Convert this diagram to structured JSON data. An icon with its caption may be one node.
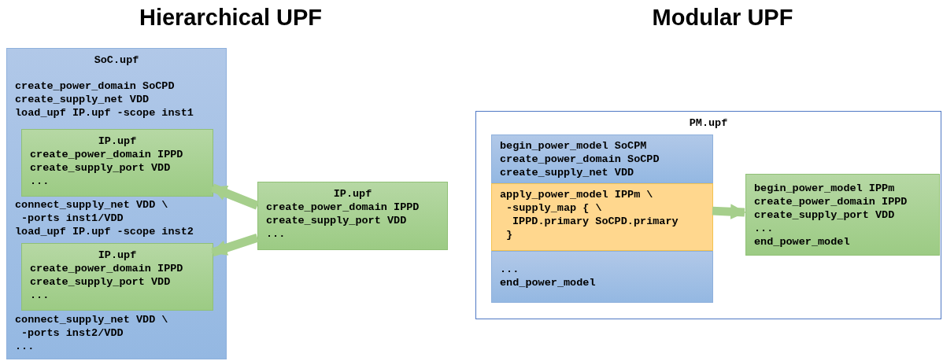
{
  "diagram": {
    "nodes": [
      {
        "text": [
          "SoC.upf",
          "create_power_domain SoCPD",
          "create_supply_net VDD",
          "load_upf IP.upf -scope inst1",
          "connect_supply_net VDD \\",
          "-ports inst1/VDD",
          "load_upf IP.upf -scope inst2",
          "connect_supply_net VDD \\",
          "-ports inst2/VDD",
          "..."
        ]
      },
      {
        "text": [
          "IP.upf",
          "create_power_domain IPPD",
          "create_supply_port VDD",
          "..."
        ],
        "in": 0
      },
      {
        "text": [
          "IP.upf",
          "create_power_domain IPPD",
          "create_supply_port VDD",
          "..."
        ],
        "in": 0
      },
      {
        "text": [
          "IP.upf",
          "create_power_domain IPPD",
          "create_supply_port VDD",
          "..."
        ]
      },
      {
        "text": [
          "PM.upf"
        ]
      },
      {
        "text": [
          "begin_power_model SoCPM",
          "create_power_domain SoCPD",
          "create_supply_net VDD"
        ],
        "in": 4
      },
      {
        "text": [
          "apply_power_model IPPm \\",
          "-supply_map { \\",
          "IPPD.primary SoCPD.primary",
          "}"
        ],
        "in": 4
      },
      {
        "text": [
          "...",
          "end_power_model"
        ],
        "in": 4
      },
      {
        "text": [
          "begin_power_model IPPm",
          "create_power_domain IPPD",
          "create_supply_port VDD",
          "...",
          "end_power_model"
        ],
        "in": 4
      }
    ],
    "edges": [
      {
        "from": 3,
        "to": 1,
        "arrow": "to"
      },
      {
        "from": 3,
        "to": 2,
        "arrow": "to"
      },
      {
        "from": 6,
        "to": 8,
        "arrow": "to"
      }
    ],
    "labels": [
      "Hierarchical UPF",
      "Modular UPF"
    ]
  }
}
